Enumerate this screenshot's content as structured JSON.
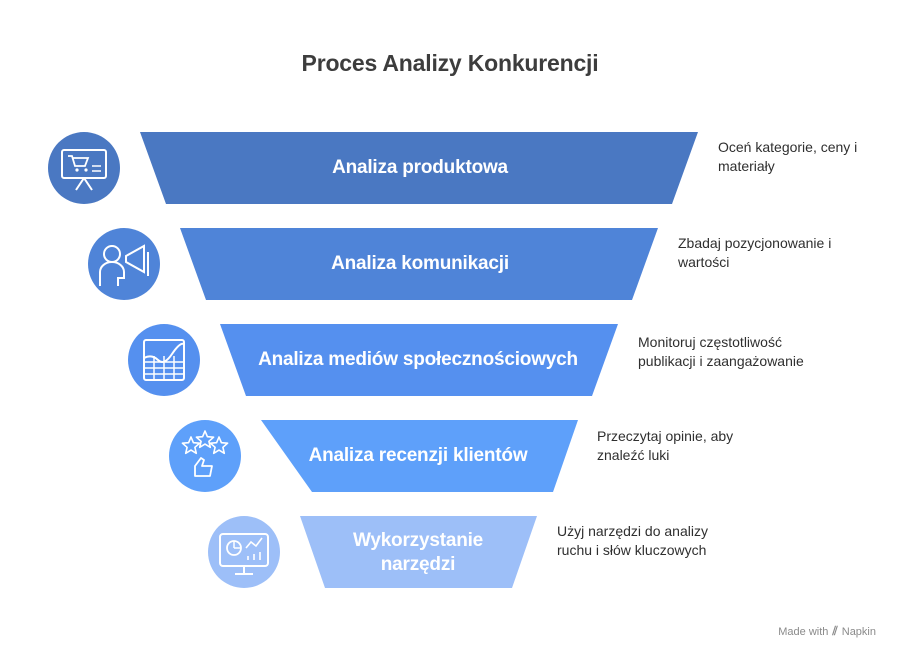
{
  "title": "Proces Analizy Konkurencji",
  "stages": [
    {
      "label": "Analiza produktowa",
      "description": "Oceń kategorie, ceny i materiały",
      "color": "#4a78c2",
      "icon": "shopping-cart-board-icon"
    },
    {
      "label": "Analiza komunikacji",
      "description": "Zbadaj pozycjonowanie i wartości",
      "color": "#4f84d8",
      "icon": "person-megaphone-icon"
    },
    {
      "label": "Analiza mediów społecznościowych",
      "description": "Monitoruj częstotliwość publikacji i zaangażowanie",
      "color": "#5590ef",
      "icon": "growth-chart-icon"
    },
    {
      "label": "Analiza recenzji klientów",
      "description": "Przeczytaj opinie, aby znaleźć luki",
      "color": "#5ea0fa",
      "icon": "stars-review-icon"
    },
    {
      "label": "Wykorzystanie narzędzi",
      "description": "Użyj narzędzi do analizy ruchu i słów kluczowych",
      "color": "#9dbff8",
      "icon": "analytics-monitor-icon"
    }
  ],
  "footer": {
    "made_with": "Made with",
    "brand": "Napkin"
  }
}
